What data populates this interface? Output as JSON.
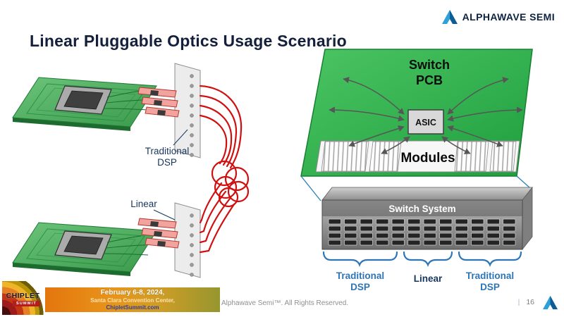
{
  "header": {
    "title": "Linear Pluggable Optics Usage Scenario",
    "brand": "ALPHAWAVE SEMI"
  },
  "left_diagram": {
    "traditional_dsp": {
      "line1": "Traditional",
      "line2": "DSP"
    },
    "linear": "Linear"
  },
  "right_diagram": {
    "switch_pcb": {
      "line1": "Switch",
      "line2": "PCB"
    },
    "asic": "ASIC",
    "modules": "Modules",
    "switch_system": "Switch System",
    "brace_labels": {
      "left": {
        "line1": "Traditional",
        "line2": "DSP"
      },
      "center": "Linear",
      "right": {
        "line1": "Traditional",
        "line2": "DSP"
      }
    }
  },
  "footer": {
    "event": {
      "logo_line1": "CHIPLET",
      "logo_line2": "SUMMIT",
      "date": "February 6-8, 2024,",
      "venue": "Santa Clara Convention Center,",
      "website": "ChipletSummit.com"
    },
    "copyright": "Alphawave Semi™. All Rights Reserved.",
    "separator": "|",
    "page_number": "16"
  },
  "colors": {
    "pcb_green": "#2fae4c",
    "fiber_red": "#d01010",
    "label_navy": "#17365d",
    "label_blue": "#2e75b6",
    "brand_navy": "#0c2340"
  }
}
